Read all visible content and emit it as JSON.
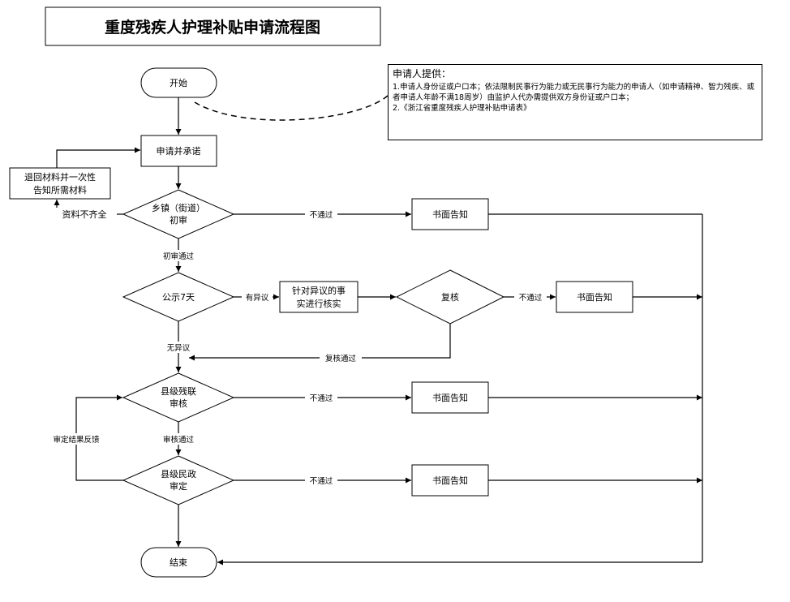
{
  "title": "重度残疾人护理补贴申请流程图",
  "note": {
    "heading": "申请人提供：",
    "item1": "1.申请人身份证或户口本；依法限制民事行为能力或无民事行为能力的申请人（如申请精神、智力残疾、或者申请人年龄不满18周岁）由监护人代办需提供双方身份证或户口本；",
    "item2": "2.《浙江省重度残疾人护理补贴申请表》"
  },
  "nodes": {
    "start": "开始",
    "apply": "申请并承诺",
    "return_1": "退回材料并一次性",
    "return_2": "告知所需材料",
    "town_1": "乡镇（街道）",
    "town_2": "初审",
    "publicity": "公示7天",
    "verify_1": "针对异议的事",
    "verify_2": "实进行核实",
    "recheck": "复核",
    "county_dpf_1": "县级残联",
    "county_dpf_2": "审核",
    "county_civil_1": "县级民政",
    "county_civil_2": "审定",
    "written_1": "书面告知",
    "written_2": "书面告知",
    "written_3": "书面告知",
    "written_4": "书面告知",
    "end": "结束"
  },
  "labels": {
    "incomplete": "资料不齐全",
    "fail_1": "不通过",
    "fail_2": "不通过",
    "fail_3": "不通过",
    "fail_4": "不通过",
    "first_pass": "初审通过",
    "has_objection": "有异议",
    "no_objection": "无异议",
    "recheck_pass": "复核通过",
    "review_pass": "审核通过",
    "feedback": "审定结果反馈"
  },
  "colors": {
    "line": "#000000",
    "background": "#ffffff"
  }
}
